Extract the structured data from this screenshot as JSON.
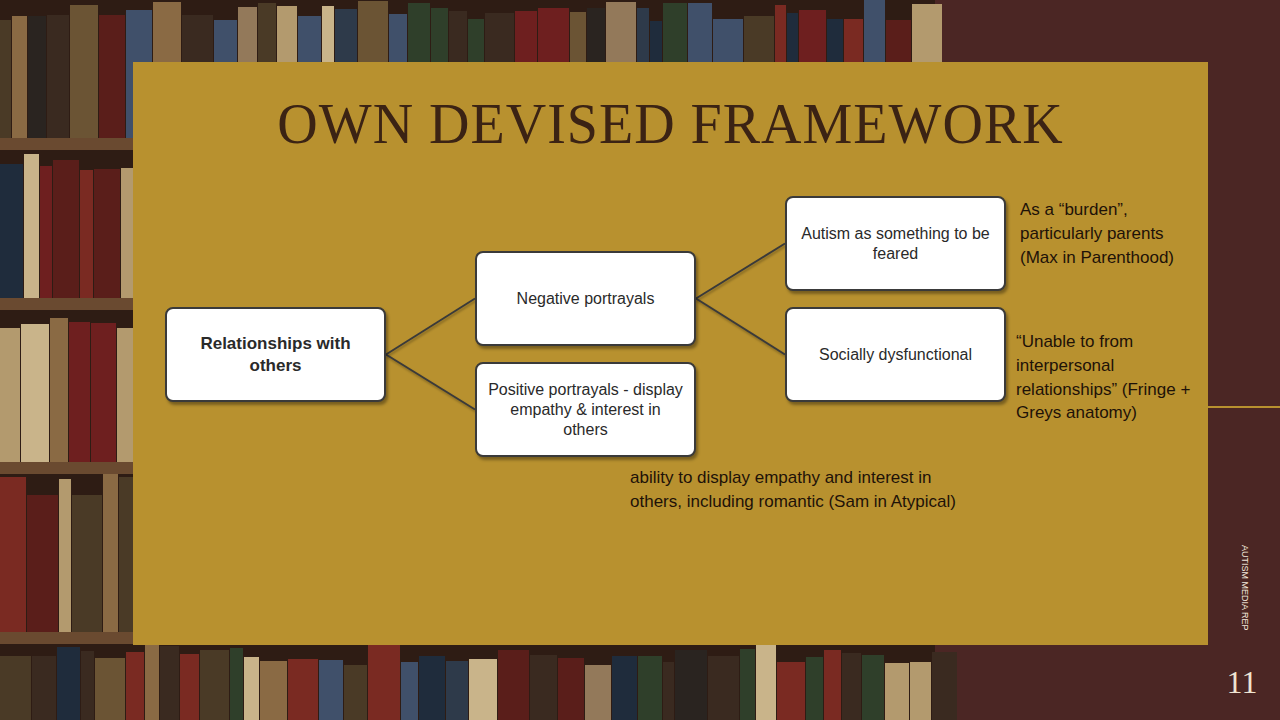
{
  "diagram": {
    "title": "OWN DEVISED FRAMEWORK",
    "nodes": [
      {
        "text": [
          "Relationships with others"
        ]
      },
      {
        "text": [
          "Negative portrayals"
        ]
      },
      {
        "text": [
          "Positive portrayals - display empathy & interest in others"
        ]
      },
      {
        "text": [
          "Autism as something to be feared"
        ]
      },
      {
        "text": [
          "Socially dysfunctional"
        ]
      }
    ],
    "edges": [
      {
        "from": 0,
        "to": 1,
        "arrow": "none"
      },
      {
        "from": 0,
        "to": 2,
        "arrow": "none"
      },
      {
        "from": 1,
        "to": 3,
        "arrow": "none"
      },
      {
        "from": 1,
        "to": 4,
        "arrow": "none"
      }
    ],
    "labels": [
      "As a “burden”, particularly parents (Max in Parenthood)",
      "“Unable to from interpersonal relationships” (Fringe + Greys anatomy)",
      "ability to display empathy and interest in others, including romantic (Sam in Atypical)",
      "AUTISM MEDIA REP",
      "11"
    ]
  }
}
